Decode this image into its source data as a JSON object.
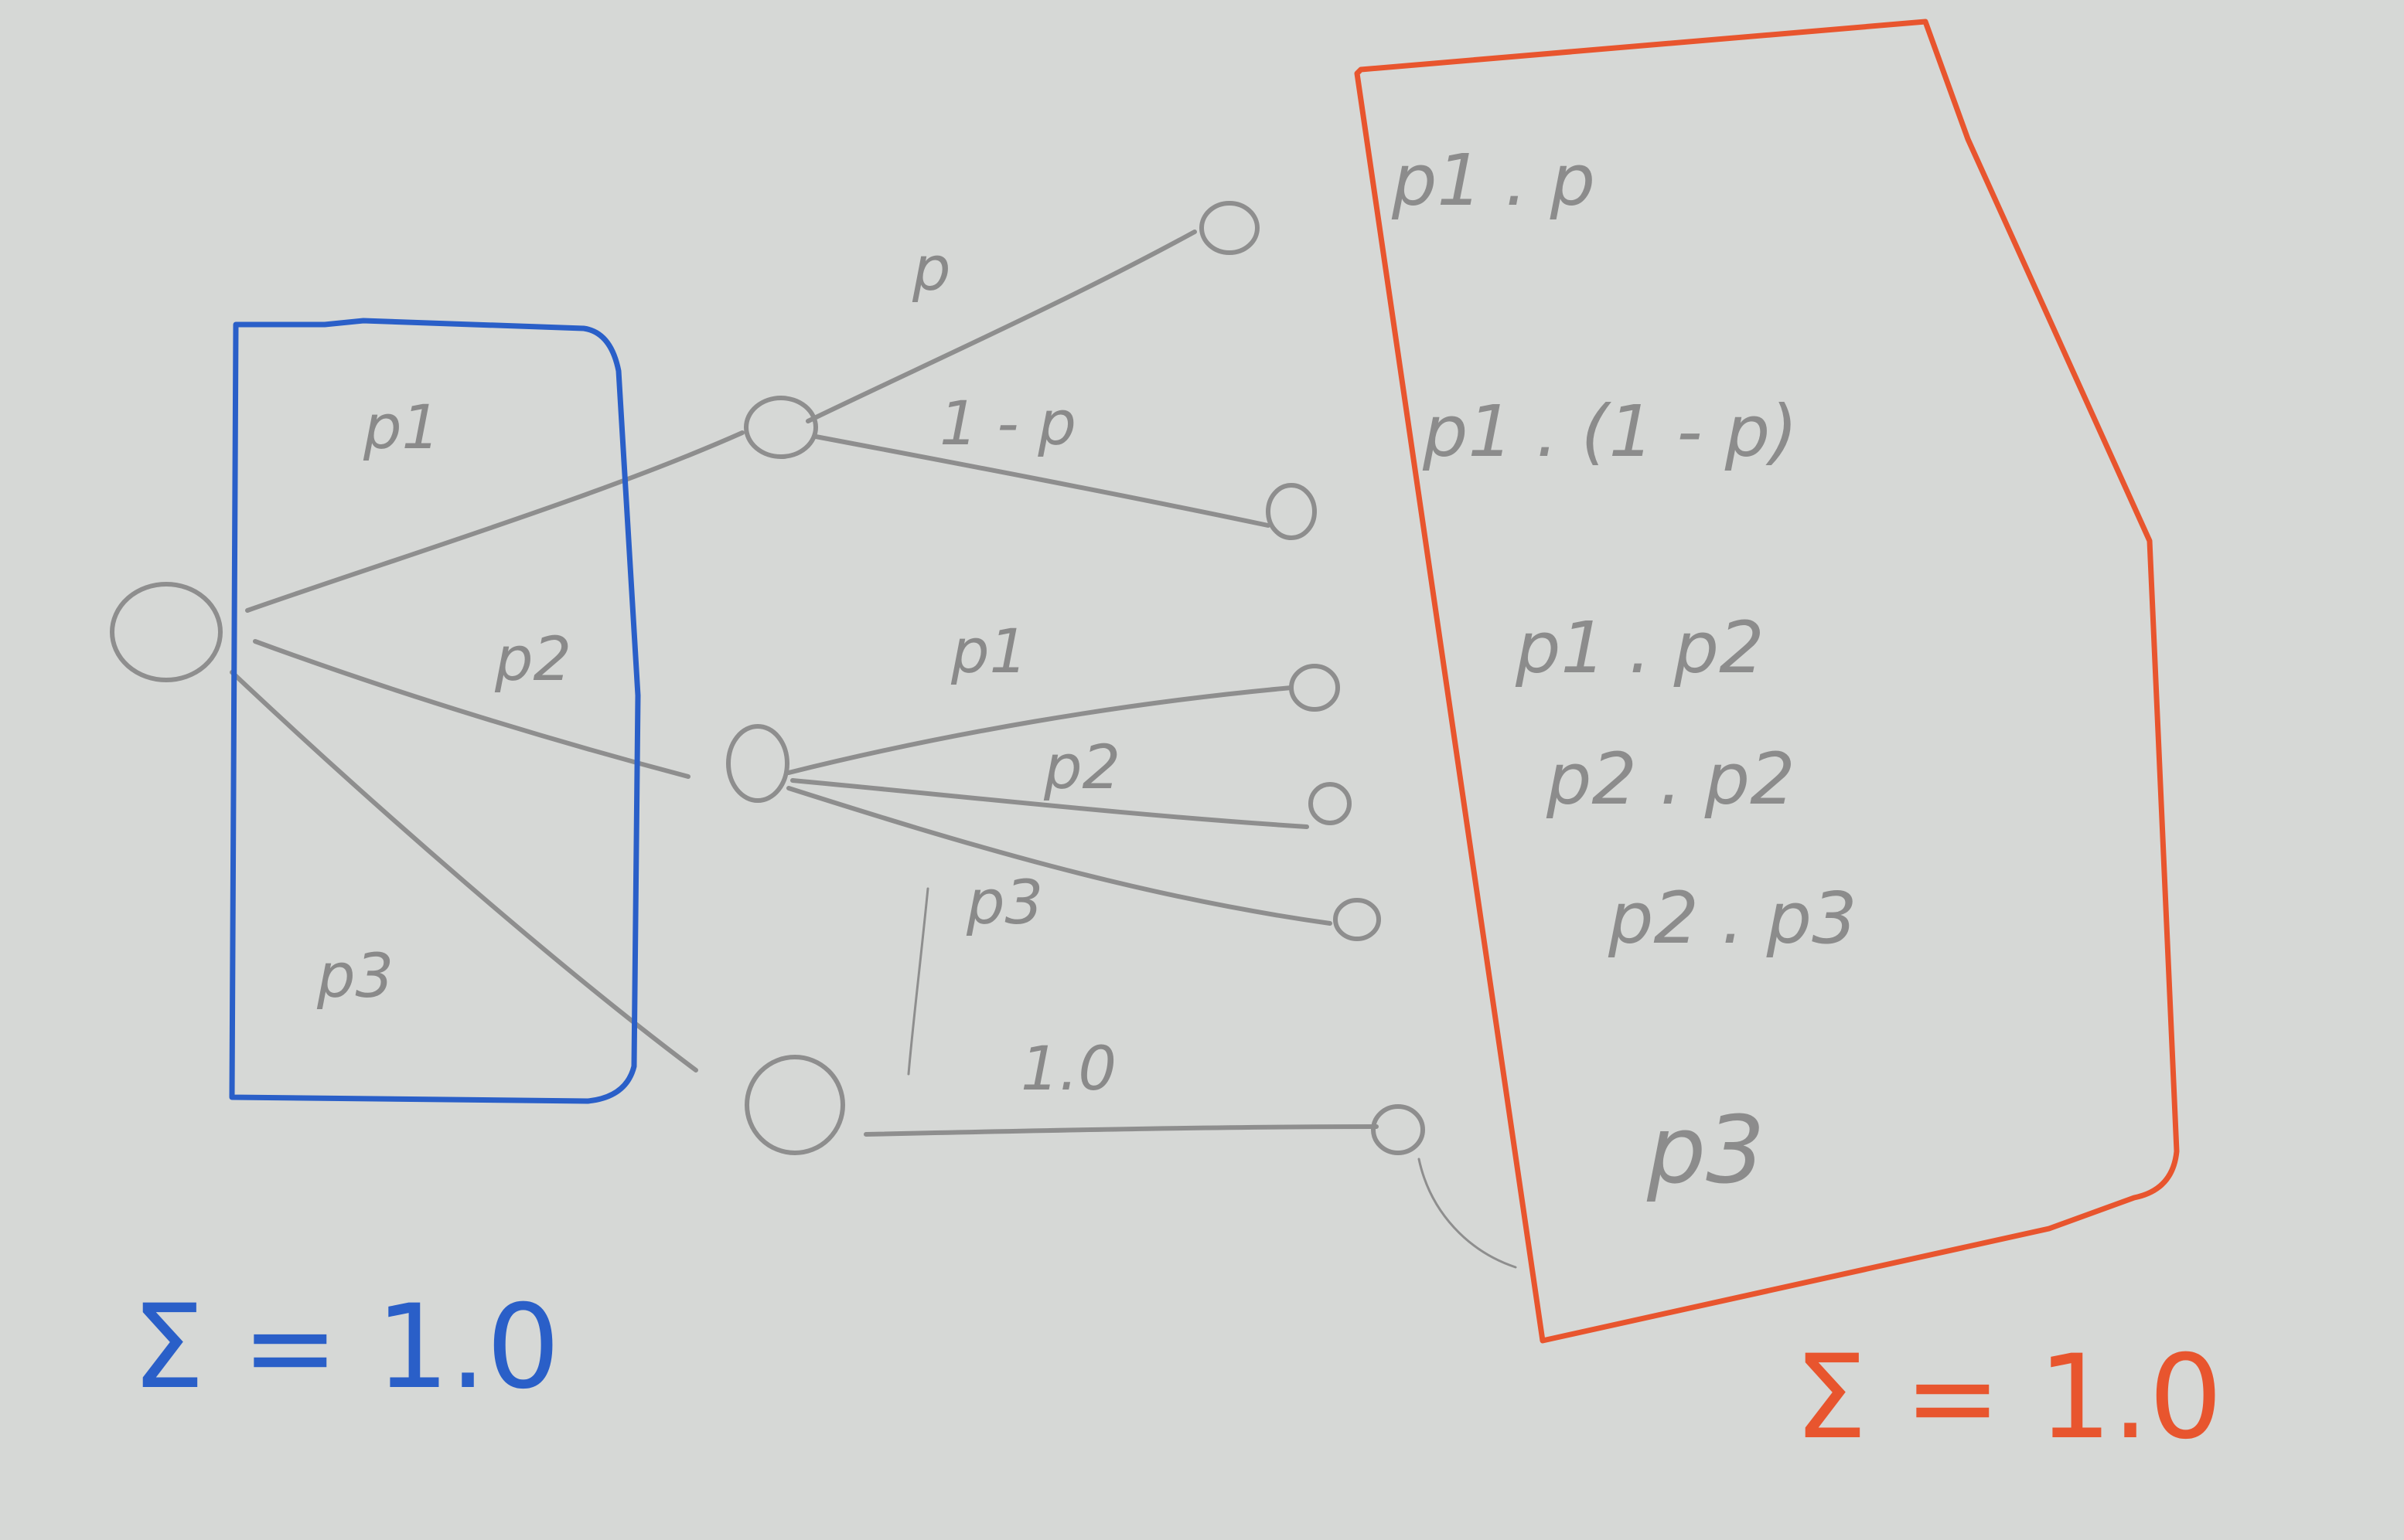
{
  "colors": {
    "paper": "#d6d8d6",
    "pencil": "#8a8a8a",
    "blue": "#2a5fc8",
    "red": "#e8552e"
  },
  "tree": {
    "edge_labels": {
      "root_to_n1": "p1",
      "root_to_n2": "p2",
      "root_to_n3": "p3",
      "n1_to_a": "p",
      "n1_to_b": "1 - p",
      "n2_to_c": "p1",
      "n2_to_d": "p2",
      "n2_to_e": "p3",
      "n3_to_f": "1.0"
    }
  },
  "outcomes": [
    "p1 . p",
    "p1 . (1 - p)",
    "p1 . p2",
    "p2 . p2",
    "p2 . p3",
    "p3"
  ],
  "sums": {
    "left": "Σ = 1.0",
    "right": "Σ = 1.0"
  }
}
